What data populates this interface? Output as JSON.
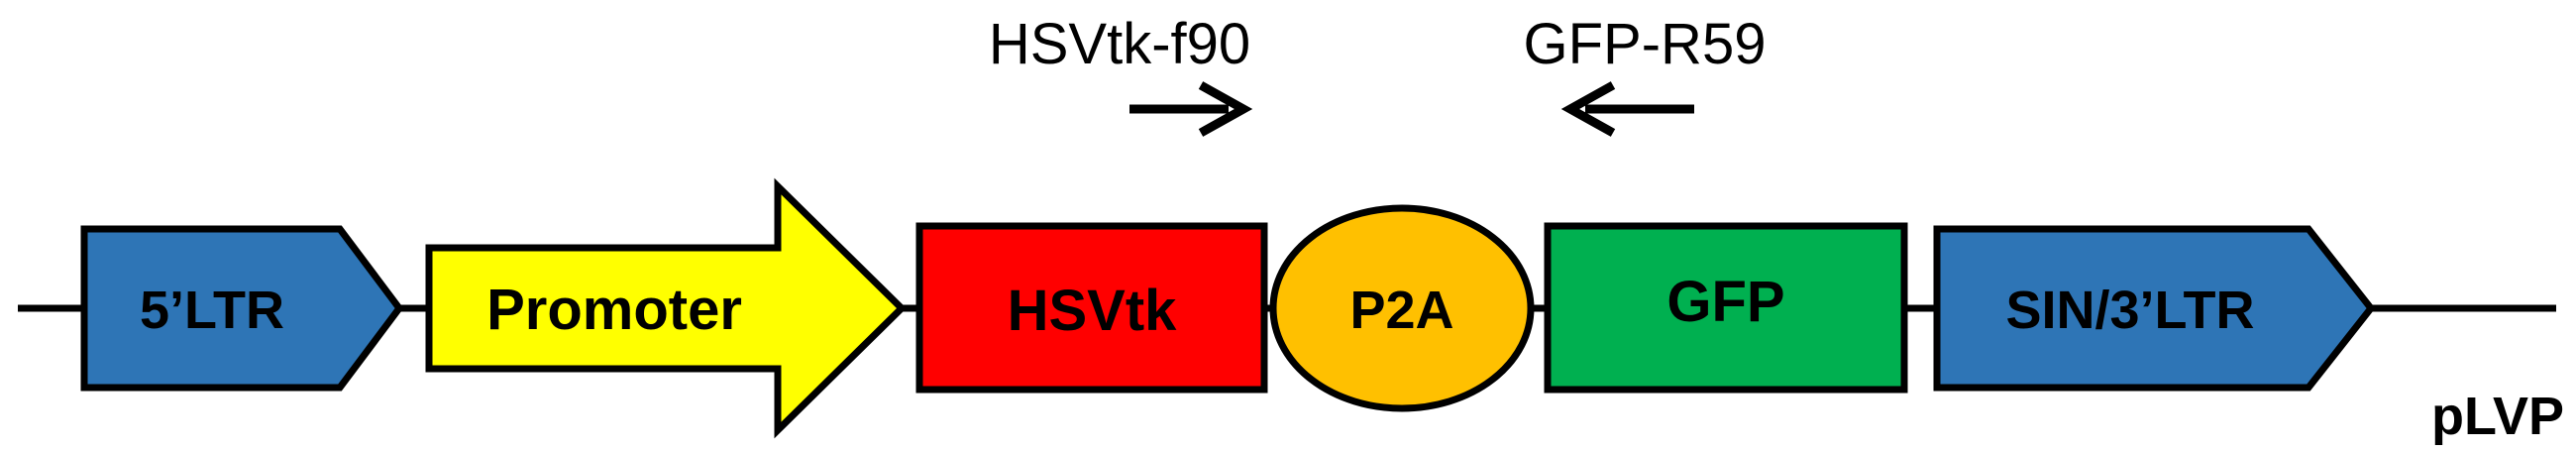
{
  "vector": {
    "name": "pLVP",
    "elements": [
      {
        "id": "ltr5",
        "label": "5’LTR",
        "shape": "pentagon-arrow",
        "color": "#2e75b6"
      },
      {
        "id": "promoter",
        "label": "Promoter",
        "shape": "block-arrow",
        "color": "#ffff00"
      },
      {
        "id": "hsvtk",
        "label": "HSVtk",
        "shape": "rectangle",
        "color": "#ff0000"
      },
      {
        "id": "p2a",
        "label": "P2A",
        "shape": "ellipse",
        "color": "#ffc000"
      },
      {
        "id": "gfp",
        "label": "GFP",
        "shape": "rectangle",
        "color": "#00b050"
      },
      {
        "id": "sin3ltr",
        "label": "SIN/3’LTR",
        "shape": "pentagon-arrow",
        "color": "#2e75b6"
      }
    ]
  },
  "primers": [
    {
      "label": "HSVtk-f90",
      "direction": "forward"
    },
    {
      "label": "GFP-R59",
      "direction": "reverse"
    }
  ]
}
